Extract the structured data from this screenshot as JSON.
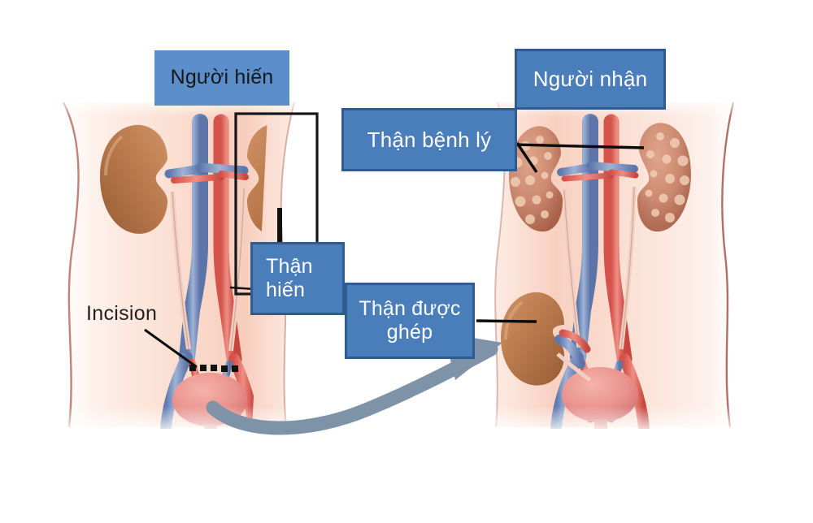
{
  "figure": {
    "title": "Kidney transplantation diagram",
    "background_color": "#ffffff",
    "accent_box_light": "#5b8ecb",
    "accent_box_dark": "#4a7ebb",
    "accent_box_border": "#2e5c91",
    "arrow_color": "#7f93a8",
    "leader_line_color": "#000000"
  },
  "labels": {
    "donor": "Người hiến",
    "recipient": "Người nhận",
    "diseased_kidney": "Thận bệnh lý",
    "donated_kidney": "Thận\nhiến",
    "transplanted_kidney": "Thận được\nghép",
    "incision": "Incision"
  },
  "panels": {
    "left": {
      "name": "donor-body"
    },
    "right": {
      "name": "recipient-body"
    }
  }
}
